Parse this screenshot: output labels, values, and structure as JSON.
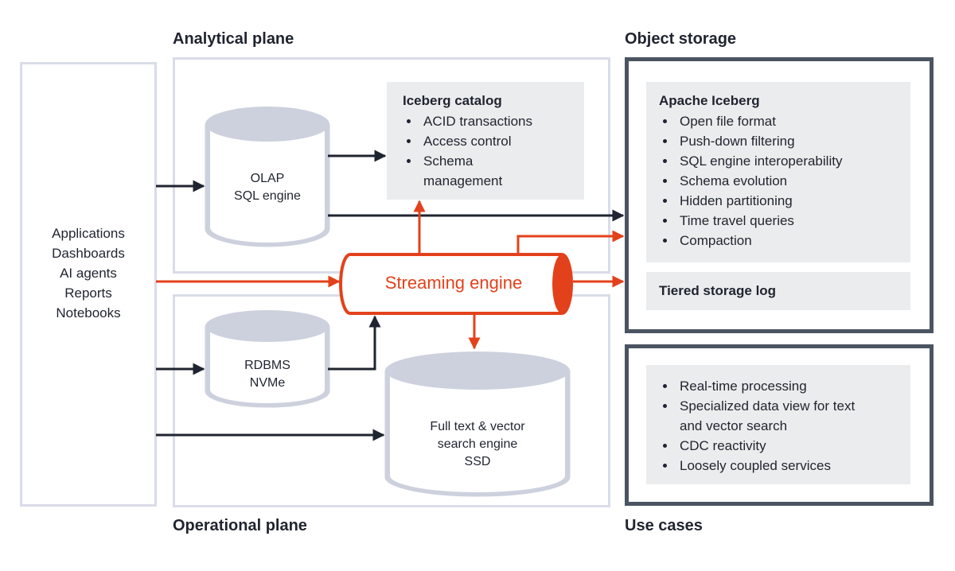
{
  "headings": {
    "analytical": "Analytical plane",
    "operational": "Operational plane",
    "object_storage": "Object storage",
    "use_cases": "Use cases"
  },
  "clients": [
    "Applications",
    "Dashboards",
    "AI agents",
    "Reports",
    "Notebooks"
  ],
  "iceberg_catalog": {
    "title": "Iceberg catalog",
    "items": [
      "ACID transactions",
      "Access control",
      "Schema management"
    ]
  },
  "olap": {
    "line1": "OLAP",
    "line2": "SQL engine"
  },
  "streaming": {
    "label": "Streaming engine"
  },
  "rdbms": {
    "line1": "RDBMS",
    "line2": "NVMe"
  },
  "search": {
    "line1": "Full text & vector",
    "line2": "search engine",
    "line3": "SSD"
  },
  "apache_iceberg": {
    "title": "Apache Iceberg",
    "items": [
      "Open file format",
      "Push-down filtering",
      "SQL engine interoperability",
      "Schema evolution",
      "Hidden partitioning",
      "Time travel queries",
      "Compaction"
    ]
  },
  "tiered": {
    "label": "Tiered storage log"
  },
  "use_cases_list": {
    "items": [
      "Real-time processing",
      "Specialized data view for text and vector search",
      "CDC reactivity",
      "Loosely coupled services"
    ]
  },
  "colors": {
    "accent": "#e3411b",
    "dark": "#1f2430",
    "frame": "#4b5461",
    "light_border": "#d9dde9",
    "panel": "#ebeced"
  }
}
